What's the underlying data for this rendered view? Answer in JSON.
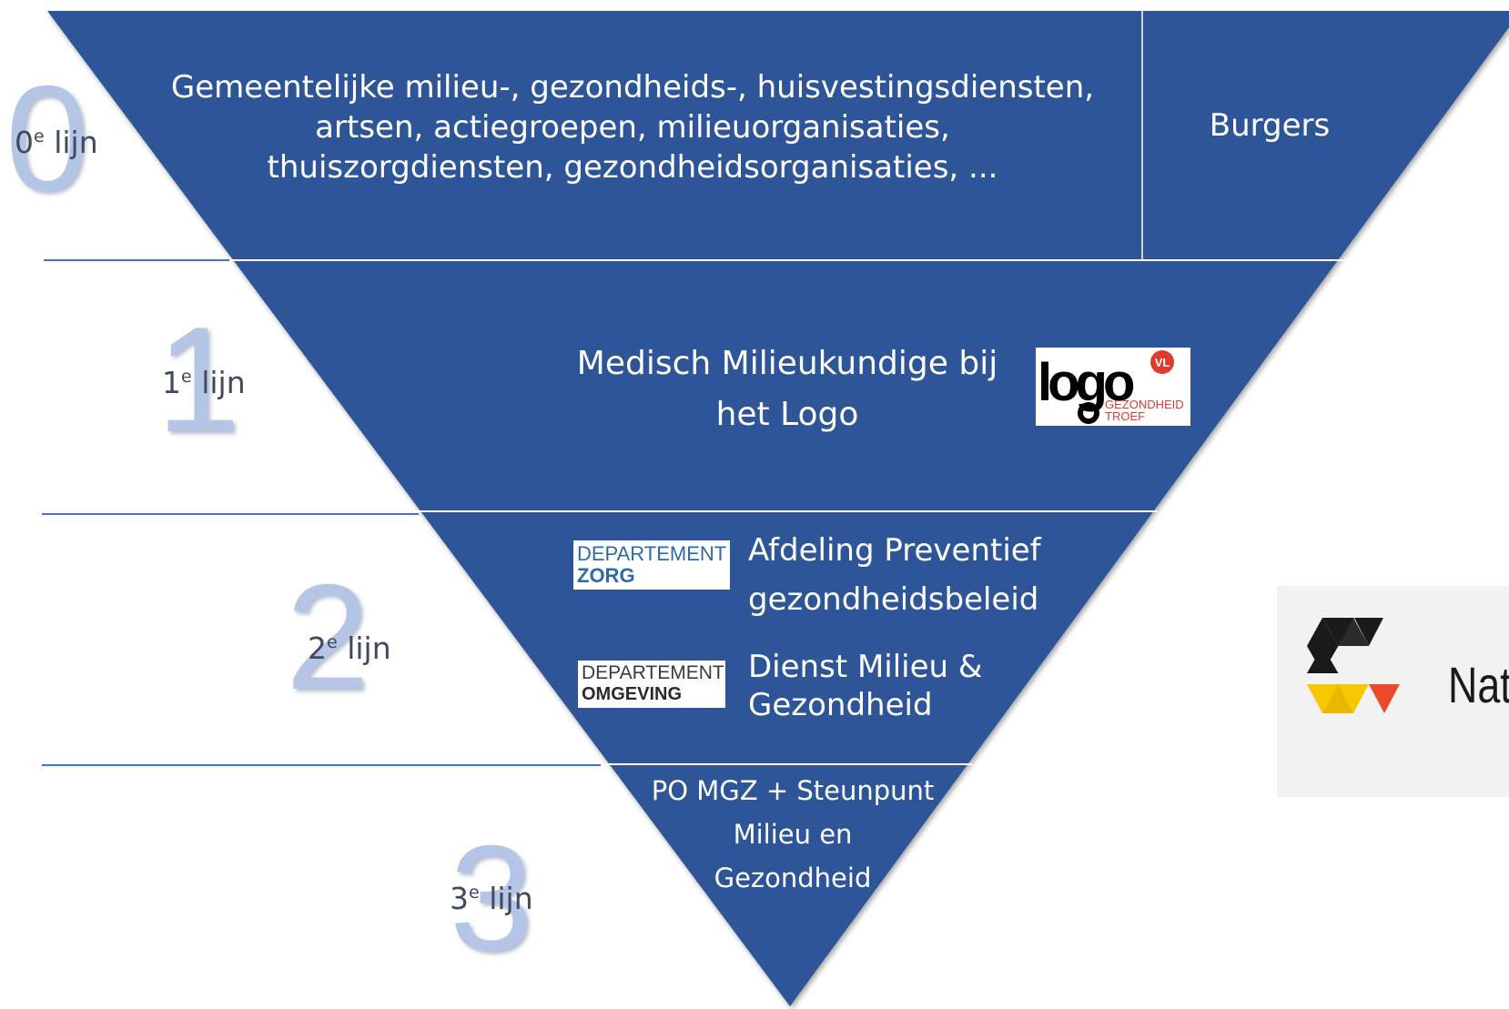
{
  "levels": [
    {
      "big_number": "0",
      "num": "0",
      "sup": "e",
      "word": "lijn"
    },
    {
      "big_number": "1",
      "num": "1",
      "sup": "e",
      "word": "lijn"
    },
    {
      "big_number": "2",
      "num": "2",
      "sup": "e",
      "word": "lijn"
    },
    {
      "big_number": "3",
      "num": "3",
      "sup": "e",
      "word": "lijn"
    }
  ],
  "tier0": {
    "lines": [
      "Gemeentelijke milieu-, gezondheids-, huisvestingsdiensten,",
      "artsen, actiegroepen, milieuorganisaties,",
      "thuiszorgdiensten, gezondheidsorganisaties, ..."
    ],
    "side": "Burgers"
  },
  "tier1": {
    "lines": [
      "Medisch Milieukundige bij",
      "het Logo"
    ],
    "logo": {
      "word": "logo",
      "badge": "VL",
      "line1": "GEZONDHEID",
      "line2": "TROEF"
    }
  },
  "tier2": {
    "dept_zorg": {
      "name": "DEPARTEMENT",
      "sub": "ZORG"
    },
    "zorg_lines": [
      "Afdeling Preventief",
      "gezondheidsbeleid"
    ],
    "dept_omgeving": {
      "name": "DEPARTEMENT",
      "sub": "OMGEVING"
    },
    "omgeving_lines": [
      "Dienst Milieu &",
      "Gezondheid"
    ]
  },
  "tier3": {
    "lines": [
      "PO MGZ  + Steunpunt",
      "Milieu en",
      "Gezondheid"
    ]
  },
  "side_logo": {
    "text": "Nat"
  },
  "colors": {
    "triangle": "#2f5597",
    "number": "#b4c5e6",
    "divider": "#4472c4"
  }
}
